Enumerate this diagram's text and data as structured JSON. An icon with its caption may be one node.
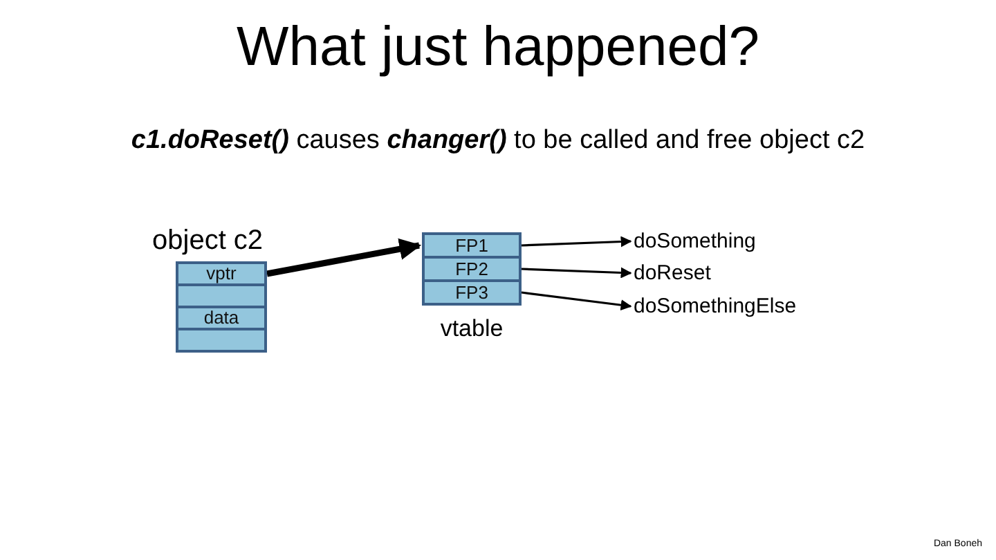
{
  "diagram": {
    "title": "What just happened?",
    "nodes": [
      {
        "text": [
          "object  c2"
        ]
      },
      {
        "text": [
          "vptr"
        ],
        "in": 0
      },
      {
        "text": [],
        "shape": "box",
        "in": 0
      },
      {
        "text": [
          "data"
        ],
        "in": 0
      },
      {
        "text": [],
        "shape": "box",
        "in": 0
      },
      {
        "text": [
          "vtable"
        ]
      },
      {
        "text": [
          "FP1"
        ],
        "in": 5
      },
      {
        "text": [
          "FP2"
        ],
        "in": 5
      },
      {
        "text": [
          "FP3"
        ],
        "in": 5
      },
      {
        "text": [
          "doSomething"
        ]
      },
      {
        "text": [
          "doReset"
        ]
      },
      {
        "text": [
          "doSomethingElse"
        ]
      }
    ],
    "edges": [
      {
        "from": 1,
        "to": 6,
        "arrow": "to",
        "style": "thick"
      },
      {
        "from": 6,
        "to": 9,
        "arrow": "to"
      },
      {
        "from": 7,
        "to": 10,
        "arrow": "to"
      },
      {
        "from": 8,
        "to": 11,
        "arrow": "to"
      }
    ],
    "labels": [
      "**c1.doReset()** causes **changer()** to be called and free object c2",
      "Dan Boneh"
    ]
  }
}
